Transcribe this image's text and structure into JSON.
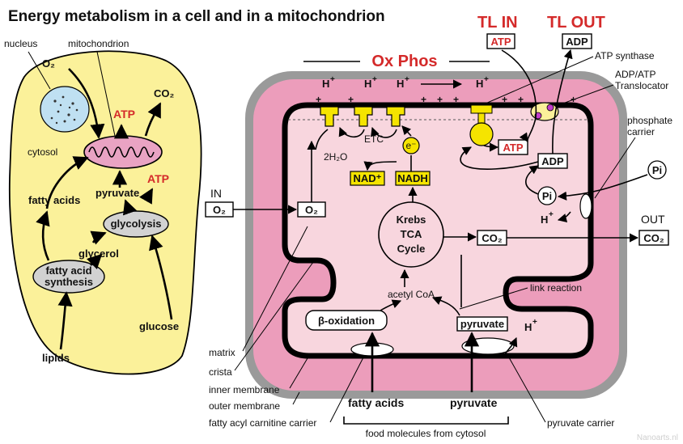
{
  "title": "Energy metabolism in a cell and in a mitochondrion",
  "watermark": "Nanoarts.nl",
  "colors": {
    "cytosol": "#fbf19a",
    "mito_inner": "#f8d6de",
    "mito_outer": "#ec9dbb",
    "membrane_gray": "#9a9a9a",
    "atp_red": "#d42a2a",
    "complex_yellow": "#f5e400",
    "translocator_purple": "#c23ecb"
  },
  "cell": {
    "nucleus": "nucleus",
    "mitochondrion": "mitochondrion",
    "o2": "O₂",
    "co2": "CO₂",
    "atp_top": "ATP",
    "atp_mid": "ATP",
    "cytosol": "cytosol",
    "fatty_acids": "fatty acids",
    "pyruvate": "pyruvate",
    "glycolysis": "glycolysis",
    "glycerol": "glycerol",
    "fa_synthesis_1": "fatty acid",
    "fa_synthesis_2": "synthesis",
    "glucose": "glucose",
    "lipids": "lipids"
  },
  "mito": {
    "ox_phos": "Ox Phos",
    "tl_in": "TL IN",
    "tl_out": "TL OUT",
    "atp_in": "ATP",
    "adp_out": "ADP",
    "atp_synthase": "ATP synthase",
    "adp_atp_1": "ADP/ATP",
    "adp_atp_2": "Translocator",
    "phosphate_1": "phosphate",
    "phosphate_2": "carrier",
    "pi": "Pi",
    "pi_inner": "Pi",
    "h_plus": "H",
    "plus": "+",
    "etc": "ETC",
    "h2o": "2H₂O",
    "electron": "e⁻",
    "nad": "NAD⁺",
    "nadh": "NADH",
    "atp_inner": "ATP",
    "adp_inner": "ADP",
    "in_label": "IN",
    "out_label": "OUT",
    "o2_out": "O₂",
    "o2_in": "O₂",
    "co2_in": "CO₂",
    "co2_out": "CO₂",
    "krebs_1": "Krebs",
    "krebs_2": "TCA",
    "krebs_3": "Cycle",
    "acetyl_coa": "acetyl CoA",
    "beta_ox": "β-oxidation",
    "pyruvate_box": "pyruvate",
    "link_reaction": "link reaction",
    "fatty_acids": "fatty acids",
    "pyruvate": "pyruvate",
    "food": "food molecules from cytosol",
    "matrix": "matrix",
    "crista": "crista",
    "inner_membrane": "inner membrane",
    "outer_membrane": "outer membrane",
    "fatty_acyl": "fatty acyl carnitine carrier",
    "pyruvate_carrier": "pyruvate carrier"
  }
}
